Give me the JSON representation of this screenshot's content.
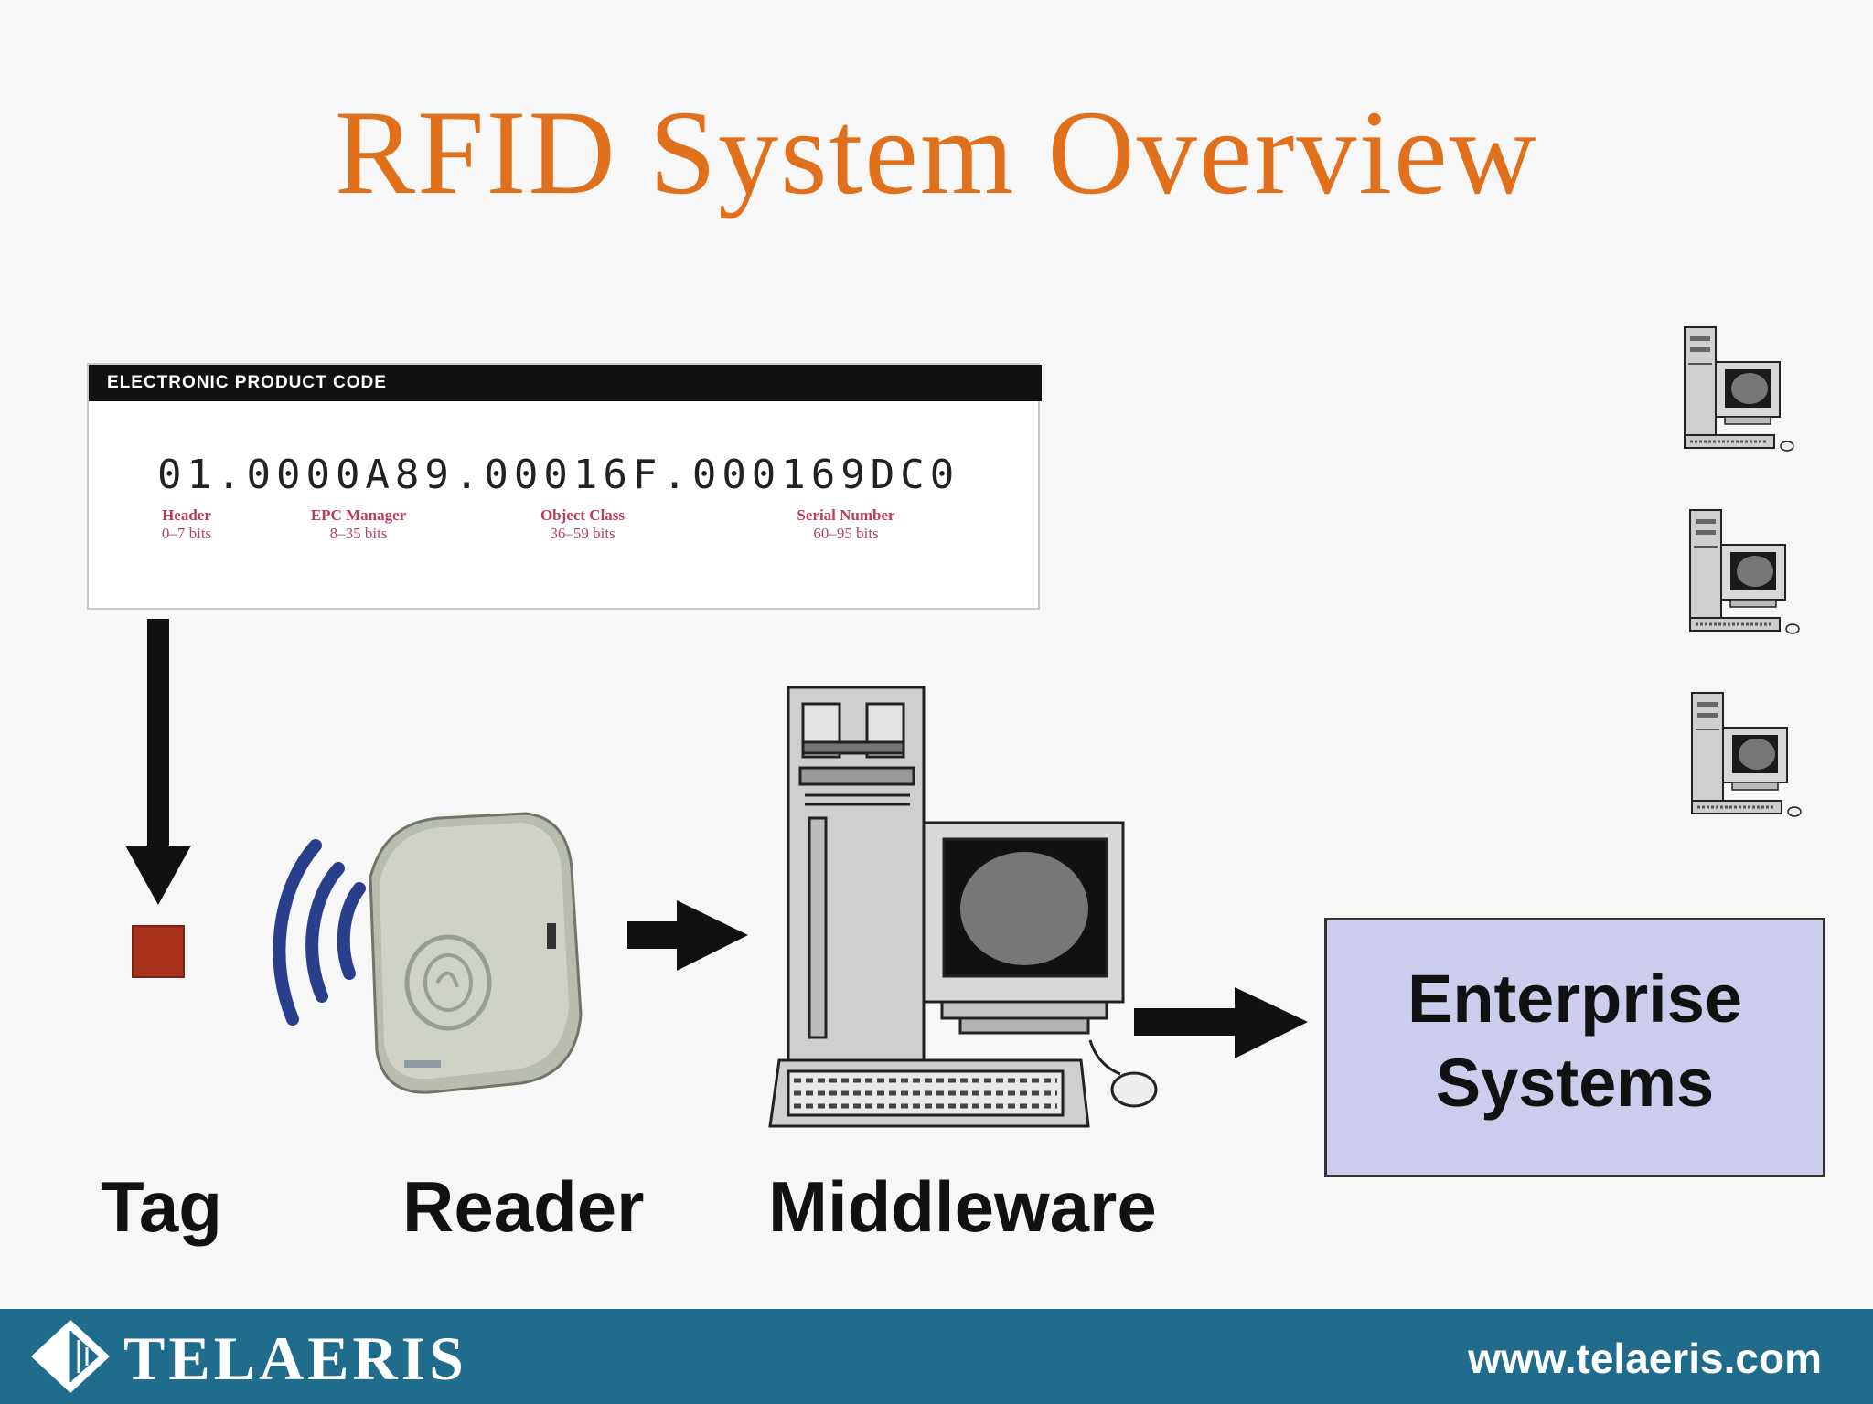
{
  "title": "RFID System Overview",
  "epc": {
    "header": "ELECTRONIC PRODUCT CODE",
    "code": "01.0000A89.00016F.000169DC0",
    "fields": [
      {
        "name": "Header",
        "bits": "0–7 bits"
      },
      {
        "name": "EPC Manager",
        "bits": "8–35 bits"
      },
      {
        "name": "Object Class",
        "bits": "36–59 bits"
      },
      {
        "name": "Serial Number",
        "bits": "60–95 bits"
      }
    ]
  },
  "stages": {
    "tag": "Tag",
    "reader": "Reader",
    "middleware": "Middleware",
    "enterprise_line1": "Enterprise",
    "enterprise_line2": "Systems"
  },
  "colors": {
    "title": "#e0701c",
    "footer": "#1f6c8c",
    "tag": "#a8321c",
    "waves": "#2a3f8c",
    "enterprise_box": "#ccccec"
  },
  "footer": {
    "brand": "TELAERIS",
    "url": "www.telaeris.com"
  }
}
